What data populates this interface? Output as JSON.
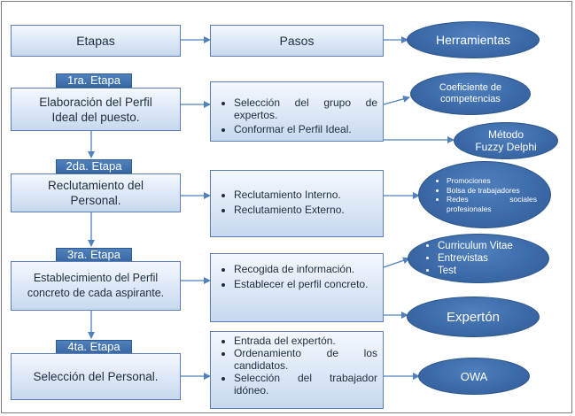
{
  "header": {
    "etapas": "Etapas",
    "pasos": "Pasos",
    "herramientas": "Herramientas"
  },
  "stages": [
    {
      "label": "1ra. Etapa",
      "title_line1": "Elaboración del Perfil",
      "title_line2": "Ideal del puesto.",
      "steps": [
        "Selección del grupo de expertos.",
        "Conformar el Perfil Ideal."
      ]
    },
    {
      "label": "2da. Etapa",
      "title_line1": "Reclutamiento del",
      "title_line2": "Personal.",
      "steps": [
        "Reclutamiento Interno.",
        "Reclutamiento Externo."
      ]
    },
    {
      "label": "3ra. Etapa",
      "title_line1": "Establecimiento del Perfil",
      "title_line2": "concreto de cada aspirante.",
      "steps": [
        "Recogida de información.",
        "Establecer el perfil concreto."
      ]
    },
    {
      "label": "4ta. Etapa",
      "title_line1": "Selección del Personal.",
      "title_line2": "",
      "steps": [
        "Entrada del expertón.",
        "Ordenamiento de los candidatos.",
        "Selección del trabajador idóneo."
      ]
    }
  ],
  "tools": {
    "coeficiente_line1": "Coeficiente de",
    "coeficiente_line2": "competencias",
    "fuzzy_line1": "Método",
    "fuzzy_line2": "Fuzzy Delphi",
    "reclutamiento_items": [
      "Promociones",
      "Bolsa de trabajadores",
      "Redes sociales profesionales"
    ],
    "perfil_items": [
      "Curriculum Vitae",
      "Entrevistas",
      "Test"
    ],
    "experton": "Expertón",
    "owa": "OWA"
  },
  "colors": {
    "box_border": "#5b7fb5",
    "stage_label": "#4f81bd",
    "ellipse": "#3b69a7",
    "arrow": "#4f81bd"
  }
}
